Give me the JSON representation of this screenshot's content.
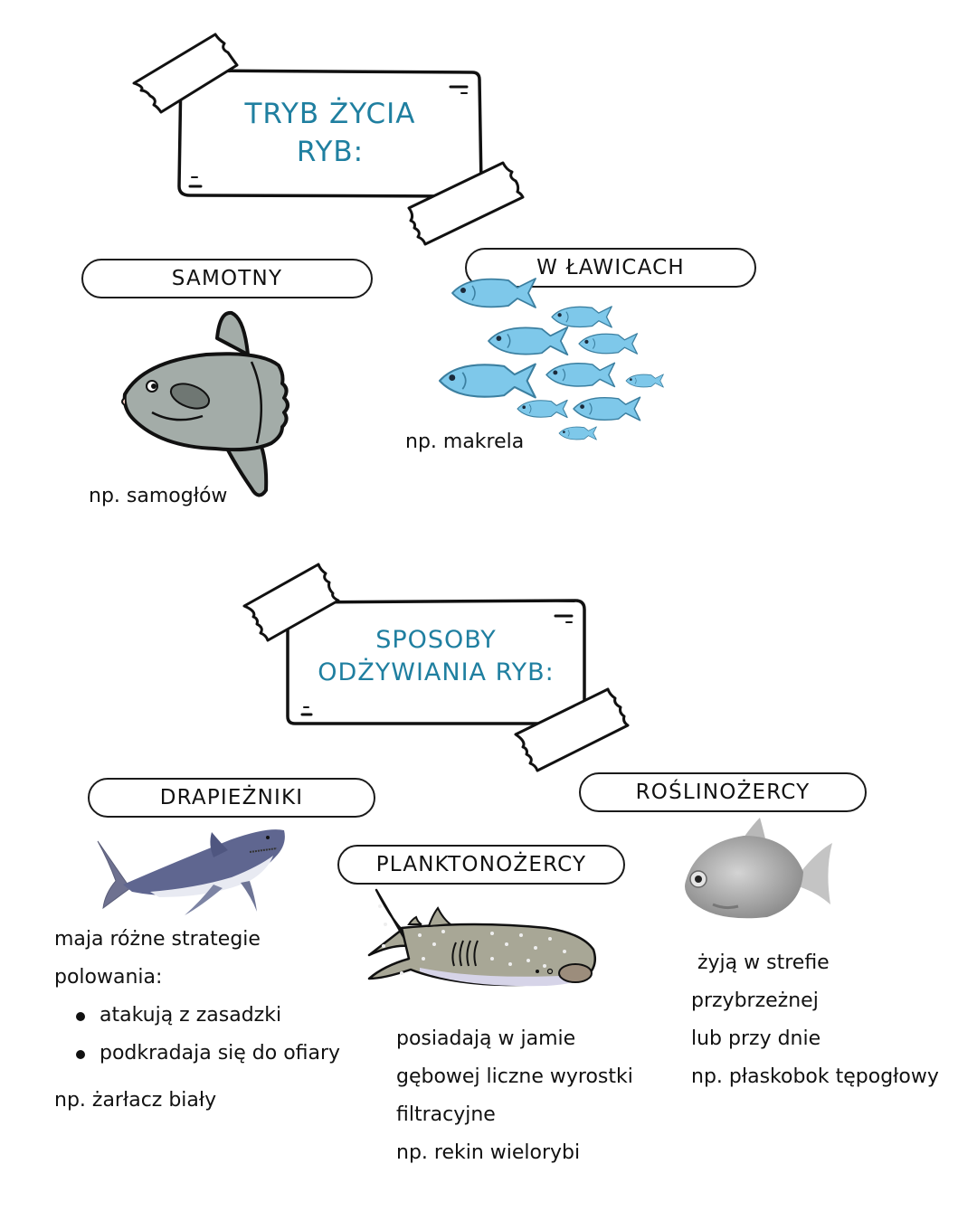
{
  "section1": {
    "title_line1": "TRYB ŻYCIA",
    "title_line2": "RYB:",
    "categories": [
      {
        "label": "SAMOTNY",
        "example": "np. samogłów",
        "illustration": "sunfish-icon"
      },
      {
        "label": "W ŁAWICACH",
        "example": "np. makrela",
        "illustration": "fish-school-icon"
      }
    ]
  },
  "section2": {
    "title_line1": "SPOSOBY",
    "title_line2": "ODŻYWIANIA RYB:",
    "categories": [
      {
        "label": "DRAPIEŻNIKI",
        "illustration": "great-white-shark-icon",
        "description_lines": [
          "maja różne strategie",
          "polowania:"
        ],
        "bullets": [
          "atakują z zasadzki",
          "podkradaja się do ofiary"
        ],
        "example": "np. żarłacz biały"
      },
      {
        "label": "PLANKTONOŻERCY",
        "illustration": "whale-shark-icon",
        "description_lines": [
          "posiadają w jamie",
          "gębowej liczne wyrostki",
          "filtracyjne"
        ],
        "example": "np. rekin wielorybi"
      },
      {
        "label": "ROŚLINOŻERCY",
        "illustration": "pacu-fish-icon",
        "description_lines": [
          " żyją w strefie",
          "przybrzeżnej",
          "lub przy dnie"
        ],
        "example": "np. płaskobok tępogłowy"
      }
    ]
  },
  "colors": {
    "title": "#1f7fa0",
    "school_fish": "#7ec8ea",
    "sunfish": "#a3aca8",
    "whale_shark": "#a8a796"
  }
}
